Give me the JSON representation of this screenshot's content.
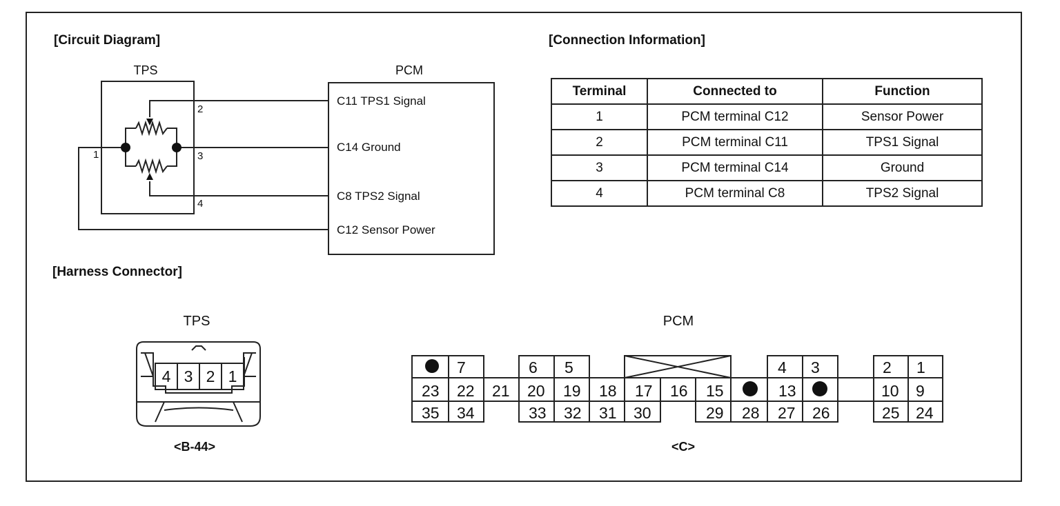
{
  "headings": {
    "circuit": "[Circuit Diagram]",
    "connection": "[Connection Information]",
    "harness": "[Harness Connector]"
  },
  "circuit": {
    "tps_label": "TPS",
    "pcm_label": "PCM",
    "pins": {
      "p1": "1",
      "p2": "2",
      "p3": "3",
      "p4": "4"
    },
    "pcm_terminals": {
      "c11": "C11 TPS1 Signal",
      "c14": "C14 Ground",
      "c8": "C8 TPS2 Signal",
      "c12": "C12 Sensor Power"
    }
  },
  "table": {
    "headers": [
      "Terminal",
      "Connected to",
      "Function"
    ],
    "rows": [
      [
        "1",
        "PCM terminal C12",
        "Sensor Power"
      ],
      [
        "2",
        "PCM terminal C11",
        "TPS1 Signal"
      ],
      [
        "3",
        "PCM terminal C14",
        "Ground"
      ],
      [
        "4",
        "PCM terminal C8",
        "TPS2 Signal"
      ]
    ]
  },
  "harness": {
    "tps": {
      "title": "TPS",
      "pins": [
        "4",
        "3",
        "2",
        "1"
      ],
      "code": "<B-44>"
    },
    "pcm": {
      "title": "PCM",
      "code": "<C>",
      "row1": [
        "7",
        "6",
        "5",
        "4",
        "3",
        "2",
        "1"
      ],
      "row2": [
        "23",
        "22",
        "21",
        "20",
        "19",
        "18",
        "17",
        "16",
        "15",
        "13",
        "10",
        "9"
      ],
      "row3": [
        "35",
        "34",
        "33",
        "32",
        "31",
        "30",
        "29",
        "28",
        "27",
        "26",
        "25",
        "24"
      ]
    }
  }
}
